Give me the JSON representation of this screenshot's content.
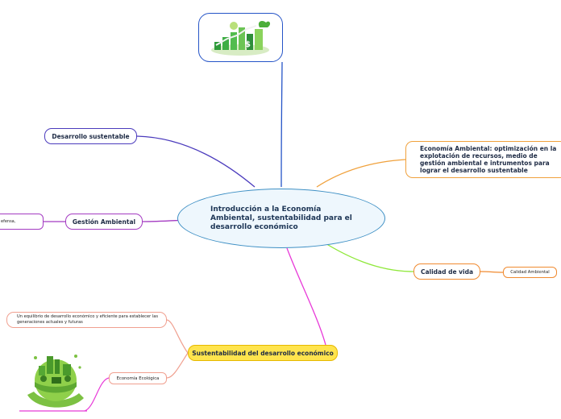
{
  "central": {
    "title": "Introducción a la Economía Ambiental, sustentabilidad para el desarrollo económico"
  },
  "branches": {
    "desarrollo_sustentable": "Desarrollo sustentable",
    "gestion_ambiental": "Gestión Ambiental",
    "gestion_ambiental_child": "efensa,",
    "economia_ambiental": "Economía Ambiental: optimización en la explotación de recursos, medio de gestión ambiental e intrumentos para lograr el desarrollo sustentable",
    "calidad_de_vida": "Calidad de vida",
    "calidad_ambiental": "Calidad Ambiental",
    "sustentabilidad": "Sustentabilidad del desarrollo económico",
    "equilibrio": "Un equilibrio de desarrollo económico y eficiente para establecer las generaciones actuales y futuras",
    "economia_ecologica": "Economía Ecológica"
  },
  "colors": {
    "image_link": "#2554c7",
    "desarrollo_link": "#4b3bbd",
    "gestion_link": "#a43bc2",
    "economia_link": "#f0a13c",
    "calidad_link": "#8fe83a",
    "sust_link": "#e83ad8",
    "sub_link": "#f0a090",
    "highlight": "#ffe44d"
  },
  "icons": {
    "top_image": "green-economy-image",
    "bottom_image": "eco-globe-image"
  }
}
